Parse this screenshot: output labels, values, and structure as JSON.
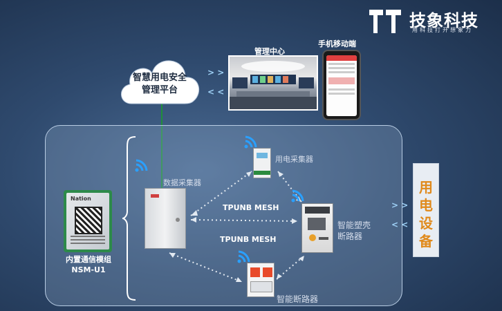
{
  "brand": {
    "name": "技象科技",
    "slogan": "用科技打开想象力"
  },
  "cloud": {
    "line1": "智慧用电安全",
    "line2": "管理平台"
  },
  "top": {
    "center_label": "管理中心",
    "mobile_label": "手机移动端",
    "arrow_right": "> >",
    "arrow_left": "< <"
  },
  "nodes": {
    "collector": "数据采集器",
    "meter": "用电采集器",
    "mccb_line1": "智能塑壳",
    "mccb_line2": "断路器",
    "breaker": "智能断路器",
    "module_line1": "内置通信模组",
    "module_line2": "NSM-U1",
    "module_chip_brand": "Nation",
    "equipment": "用电设备"
  },
  "links": {
    "mesh1": "TPUNB MESH",
    "mesh2": "TPUNB MESH"
  },
  "colors": {
    "accent_orange": "#e08a1c",
    "green_line": "#1f8f3a"
  }
}
